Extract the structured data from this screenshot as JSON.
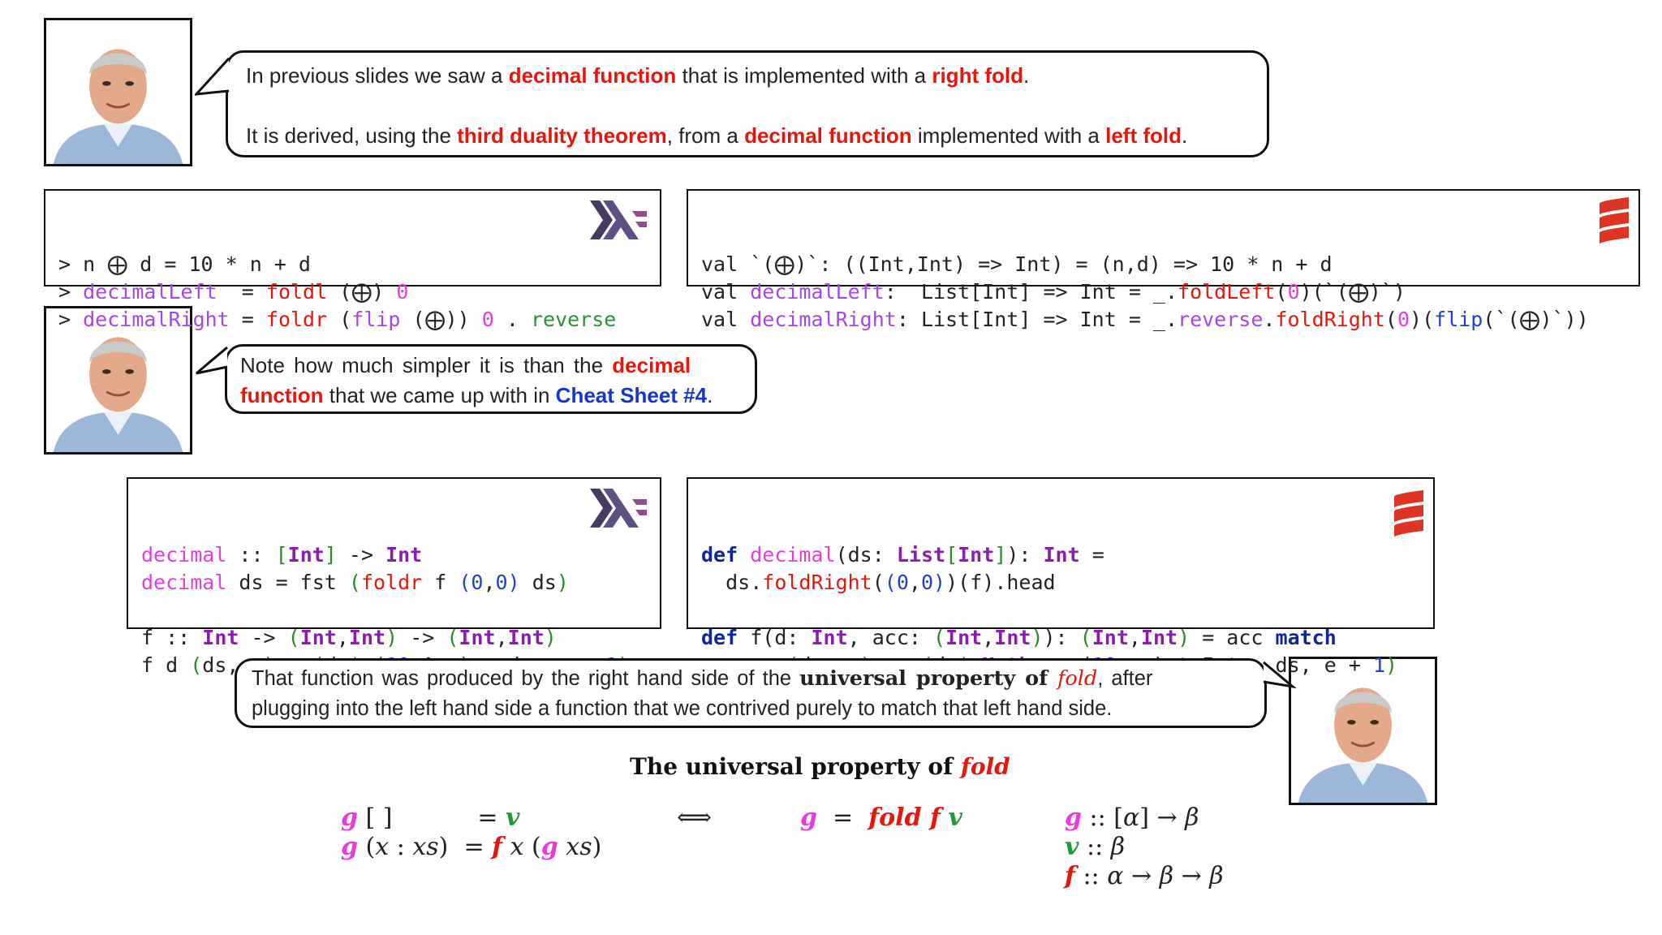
{
  "bubble1": {
    "line1": [
      {
        "t": "In previous slides we saw a ",
        "s": ""
      },
      {
        "t": "decimal function",
        "s": "red"
      },
      {
        "t": " that is implemented with a ",
        "s": ""
      },
      {
        "t": "right fold",
        "s": "red"
      },
      {
        "t": ".",
        "s": ""
      }
    ],
    "line2": [
      {
        "t": "It is derived, using the ",
        "s": ""
      },
      {
        "t": "third duality theorem",
        "s": "red"
      },
      {
        "t": ", from a ",
        "s": ""
      },
      {
        "t": "decimal function",
        "s": "red"
      },
      {
        "t": " implemented with a ",
        "s": ""
      },
      {
        "t": "left fold",
        "s": "red"
      },
      {
        "t": ".",
        "s": ""
      }
    ]
  },
  "haskell1": [
    [
      {
        "t": "> n ⨁ d = 10 * n + d",
        "c": ""
      }
    ],
    [
      {
        "t": "> ",
        "c": ""
      },
      {
        "t": "decimalLeft",
        "c": "k-purple"
      },
      {
        "t": "  = ",
        "c": ""
      },
      {
        "t": "foldl",
        "c": "k-red"
      },
      {
        "t": " (⨁) ",
        "c": ""
      },
      {
        "t": "0",
        "c": "k-mag"
      }
    ],
    [
      {
        "t": "> ",
        "c": ""
      },
      {
        "t": "decimalRight",
        "c": "k-purple"
      },
      {
        "t": " = ",
        "c": ""
      },
      {
        "t": "foldr",
        "c": "k-red"
      },
      {
        "t": " (",
        "c": ""
      },
      {
        "t": "flip",
        "c": "k-purple"
      },
      {
        "t": " (⨁)) ",
        "c": ""
      },
      {
        "t": "0",
        "c": "k-mag"
      },
      {
        "t": " . ",
        "c": ""
      },
      {
        "t": "reverse",
        "c": "k-green"
      }
    ]
  ],
  "scala1": [
    [
      {
        "t": "val `(⨁)`: ((Int,Int) => Int) = (n,d) => 10 * n + d",
        "c": ""
      }
    ],
    [
      {
        "t": "val ",
        "c": ""
      },
      {
        "t": "decimalLeft",
        "c": "k-purple"
      },
      {
        "t": ":  List[Int] => Int = _.",
        "c": ""
      },
      {
        "t": "foldLeft",
        "c": "k-red"
      },
      {
        "t": "(",
        "c": ""
      },
      {
        "t": "0",
        "c": "k-mag"
      },
      {
        "t": ")(`(⨁)`)",
        "c": ""
      }
    ],
    [
      {
        "t": "val ",
        "c": ""
      },
      {
        "t": "decimalRight",
        "c": "k-purple"
      },
      {
        "t": ": List[Int] => Int = _.",
        "c": ""
      },
      {
        "t": "reverse",
        "c": "k-purple"
      },
      {
        "t": ".",
        "c": ""
      },
      {
        "t": "foldRight",
        "c": "k-red"
      },
      {
        "t": "(",
        "c": ""
      },
      {
        "t": "0",
        "c": "k-mag"
      },
      {
        "t": ")(",
        "c": ""
      },
      {
        "t": "flip",
        "c": "k-blue"
      },
      {
        "t": "(`(⨁)`))",
        "c": ""
      }
    ]
  ],
  "bubble2": {
    "line1": [
      {
        "t": "Note how much simpler it is than the ",
        "s": ""
      },
      {
        "t": "decimal",
        "s": "red"
      }
    ],
    "line2": [
      {
        "t": "function",
        "s": "red"
      },
      {
        "t": " that we came up with in ",
        "s": ""
      },
      {
        "t": "Cheat Sheet #4",
        "s": "blue"
      },
      {
        "t": ".",
        "s": ""
      }
    ]
  },
  "haskell2": [
    [
      {
        "t": "decimal",
        "c": "k-mag"
      },
      {
        "t": " :: ",
        "c": ""
      },
      {
        "t": "[",
        "c": "k-paren"
      },
      {
        "t": "Int",
        "c": "k-type"
      },
      {
        "t": "]",
        "c": "k-paren"
      },
      {
        "t": " -> ",
        "c": ""
      },
      {
        "t": "Int",
        "c": "k-type"
      }
    ],
    [
      {
        "t": "decimal",
        "c": "k-mag"
      },
      {
        "t": " ds = fst ",
        "c": ""
      },
      {
        "t": "(",
        "c": "k-paren"
      },
      {
        "t": "foldr",
        "c": "k-red"
      },
      {
        "t": " f ",
        "c": ""
      },
      {
        "t": "(",
        "c": "k-blue"
      },
      {
        "t": "0",
        "c": "k-blue"
      },
      {
        "t": ",",
        "c": ""
      },
      {
        "t": "0",
        "c": "k-blue"
      },
      {
        "t": ")",
        "c": "k-blue"
      },
      {
        "t": " ds",
        "c": ""
      },
      {
        "t": ")",
        "c": "k-paren"
      }
    ],
    [
      {
        "t": "",
        "c": ""
      }
    ],
    [
      {
        "t": "f :: ",
        "c": ""
      },
      {
        "t": "Int",
        "c": "k-type"
      },
      {
        "t": " -> ",
        "c": ""
      },
      {
        "t": "(",
        "c": "k-paren"
      },
      {
        "t": "Int",
        "c": "k-type"
      },
      {
        "t": ",",
        "c": ""
      },
      {
        "t": "Int",
        "c": "k-type"
      },
      {
        "t": ")",
        "c": "k-paren"
      },
      {
        "t": " -> ",
        "c": ""
      },
      {
        "t": "(",
        "c": "k-paren"
      },
      {
        "t": "Int",
        "c": "k-type"
      },
      {
        "t": ",",
        "c": ""
      },
      {
        "t": "Int",
        "c": "k-type"
      },
      {
        "t": ")",
        "c": "k-paren"
      }
    ],
    [
      {
        "t": "f d ",
        "c": ""
      },
      {
        "t": "(",
        "c": "k-paren"
      },
      {
        "t": "ds, e",
        "c": ""
      },
      {
        "t": ")",
        "c": "k-paren"
      },
      {
        "t": " = ",
        "c": ""
      },
      {
        "t": "(",
        "c": "k-paren"
      },
      {
        "t": "d * ",
        "c": ""
      },
      {
        "t": "(",
        "c": "k-blue"
      },
      {
        "t": "10",
        "c": "k-blue"
      },
      {
        "t": " ^ e",
        "c": ""
      },
      {
        "t": ")",
        "c": "k-blue"
      },
      {
        "t": " + ds, e + ",
        "c": ""
      },
      {
        "t": "1",
        "c": "k-blue"
      },
      {
        "t": ")",
        "c": "k-paren"
      }
    ]
  ],
  "scala2": [
    [
      {
        "t": "def ",
        "c": "k-navy"
      },
      {
        "t": "decimal",
        "c": "k-mag"
      },
      {
        "t": "(ds: ",
        "c": ""
      },
      {
        "t": "List",
        "c": "k-type"
      },
      {
        "t": "[",
        "c": "k-paren"
      },
      {
        "t": "Int",
        "c": "k-type"
      },
      {
        "t": "]",
        "c": "k-paren"
      },
      {
        "t": "): ",
        "c": ""
      },
      {
        "t": "Int",
        "c": "k-type"
      },
      {
        "t": " =",
        "c": ""
      }
    ],
    [
      {
        "t": "  ds.",
        "c": ""
      },
      {
        "t": "foldRight",
        "c": "k-red"
      },
      {
        "t": "(",
        "c": ""
      },
      {
        "t": "(",
        "c": "k-blue"
      },
      {
        "t": "0",
        "c": "k-blue"
      },
      {
        "t": ",",
        "c": ""
      },
      {
        "t": "0",
        "c": "k-blue"
      },
      {
        "t": ")",
        "c": "k-blue"
      },
      {
        "t": ")(f).head",
        "c": ""
      }
    ],
    [
      {
        "t": "",
        "c": ""
      }
    ],
    [
      {
        "t": "def ",
        "c": "k-navy"
      },
      {
        "t": "f(d: ",
        "c": ""
      },
      {
        "t": "Int",
        "c": "k-type"
      },
      {
        "t": ", acc: ",
        "c": ""
      },
      {
        "t": "(",
        "c": "k-paren"
      },
      {
        "t": "Int",
        "c": "k-type"
      },
      {
        "t": ",",
        "c": ""
      },
      {
        "t": "Int",
        "c": "k-type"
      },
      {
        "t": ")",
        "c": "k-paren"
      },
      {
        "t": "): ",
        "c": ""
      },
      {
        "t": "(",
        "c": "k-paren"
      },
      {
        "t": "Int",
        "c": "k-type"
      },
      {
        "t": ",",
        "c": ""
      },
      {
        "t": "Int",
        "c": "k-type"
      },
      {
        "t": ")",
        "c": "k-paren"
      },
      {
        "t": " = acc ",
        "c": ""
      },
      {
        "t": "match",
        "c": "k-navy"
      }
    ],
    [
      {
        "t": "  ",
        "c": ""
      },
      {
        "t": "case",
        "c": "k-navy"
      },
      {
        "t": " ",
        "c": ""
      },
      {
        "t": "(",
        "c": "k-paren"
      },
      {
        "t": "ds, e",
        "c": ""
      },
      {
        "t": ")",
        "c": "k-paren"
      },
      {
        "t": " => ",
        "c": ""
      },
      {
        "t": "(",
        "c": "k-paren"
      },
      {
        "t": "d * ",
        "c": ""
      },
      {
        "t": "Math",
        "c": "k-type"
      },
      {
        "t": ".pow(",
        "c": ""
      },
      {
        "t": "10",
        "c": "k-blue"
      },
      {
        "t": ", e).toInt + ds, e + ",
        "c": ""
      },
      {
        "t": "1",
        "c": "k-blue"
      },
      {
        "t": ")",
        "c": "k-paren"
      }
    ]
  ],
  "bubble3": {
    "line1": [
      {
        "t": "That function was produced by the right hand side of the ",
        "s": ""
      },
      {
        "t": "universal property of ",
        "s": "serifbold"
      },
      {
        "t": "fold",
        "s": "serifred"
      },
      {
        "t": ", after",
        "s": ""
      }
    ],
    "line2": [
      {
        "t": "plugging into the left hand side a function that we contrived purely to match that left hand side.",
        "s": ""
      }
    ]
  },
  "universal": {
    "title_prefix": "The universal property of ",
    "title_fold": "fold",
    "lhs1": [
      {
        "t": "g",
        "c": "m-g"
      },
      {
        "t": " [ ]           = ",
        "c": ""
      },
      {
        "t": "v",
        "c": "m-v"
      }
    ],
    "lhs2": [
      {
        "t": "g",
        "c": "m-g"
      },
      {
        "t": " (",
        "c": ""
      },
      {
        "t": "x",
        "c": "m-it"
      },
      {
        "t": " : ",
        "c": ""
      },
      {
        "t": "xs",
        "c": "m-it"
      },
      {
        "t": ")  = ",
        "c": ""
      },
      {
        "t": "f",
        "c": "m-f"
      },
      {
        "t": " ",
        "c": ""
      },
      {
        "t": "x",
        "c": "m-it"
      },
      {
        "t": " (",
        "c": ""
      },
      {
        "t": "g",
        "c": "m-g"
      },
      {
        "t": " ",
        "c": ""
      },
      {
        "t": "xs",
        "c": "m-it"
      },
      {
        "t": ")",
        "c": ""
      }
    ],
    "iff": "⟺",
    "rhs": [
      {
        "t": "g",
        "c": "m-g"
      },
      {
        "t": "  =  ",
        "c": ""
      },
      {
        "t": "fold f",
        "c": "m-f"
      },
      {
        "t": " ",
        "c": ""
      },
      {
        "t": "v",
        "c": "m-v"
      }
    ],
    "types": [
      [
        {
          "t": "g",
          "c": "m-g"
        },
        {
          "t": " :: [",
          "c": ""
        },
        {
          "t": "α",
          "c": "m-it"
        },
        {
          "t": "] → ",
          "c": ""
        },
        {
          "t": "β",
          "c": "m-it"
        }
      ],
      [
        {
          "t": "v",
          "c": "m-v"
        },
        {
          "t": " :: ",
          "c": ""
        },
        {
          "t": "β",
          "c": "m-it"
        }
      ],
      [
        {
          "t": "f",
          "c": "m-f"
        },
        {
          "t": " :: ",
          "c": ""
        },
        {
          "t": "α",
          "c": "m-it"
        },
        {
          "t": " → ",
          "c": ""
        },
        {
          "t": "β",
          "c": "m-it"
        },
        {
          "t": " → ",
          "c": ""
        },
        {
          "t": "β",
          "c": "m-it"
        }
      ]
    ]
  },
  "colors": {
    "red": "#e8150c",
    "blue": "#1534d6",
    "haskell": "#5e5086",
    "scala": "#de3423"
  }
}
